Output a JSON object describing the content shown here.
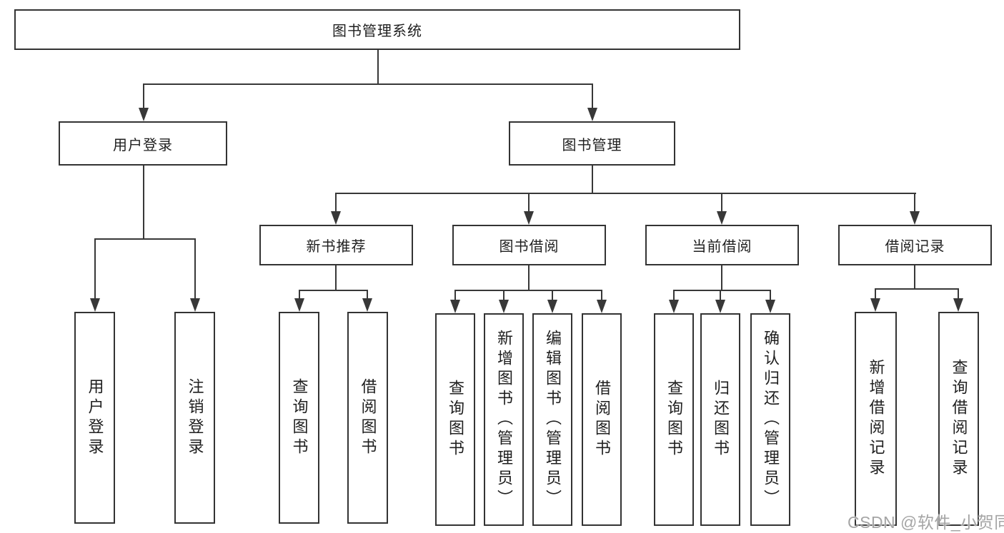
{
  "diagram": {
    "root": {
      "label": "图书管理系统"
    },
    "user_login": {
      "label": "用户登录",
      "children": [
        {
          "label": "用户登录"
        },
        {
          "label": "注销登录"
        }
      ]
    },
    "book_management": {
      "label": "图书管理",
      "sections": [
        {
          "label": "新书推荐",
          "children": [
            {
              "label": "查询图书"
            },
            {
              "label": "借阅图书"
            }
          ]
        },
        {
          "label": "图书借阅",
          "children": [
            {
              "label": "查询图书"
            },
            {
              "label": "新增图书（管理员）"
            },
            {
              "label": "编辑图书（管理员）"
            },
            {
              "label": "借阅图书"
            }
          ]
        },
        {
          "label": "当前借阅",
          "children": [
            {
              "label": "查询图书"
            },
            {
              "label": "归还图书"
            },
            {
              "label": "确认归还（管理员）"
            }
          ]
        },
        {
          "label": "借阅记录",
          "children": [
            {
              "label": "新增借阅记录"
            },
            {
              "label": "查询借阅记录"
            }
          ]
        }
      ]
    }
  },
  "watermark": {
    "text": "CSDN @软件_小贺同学"
  },
  "colors": {
    "line": "#383838",
    "box_border": "#333333",
    "text": "#1f1f1f",
    "watermark": "#a5a5a5",
    "background": "#ffffff"
  }
}
